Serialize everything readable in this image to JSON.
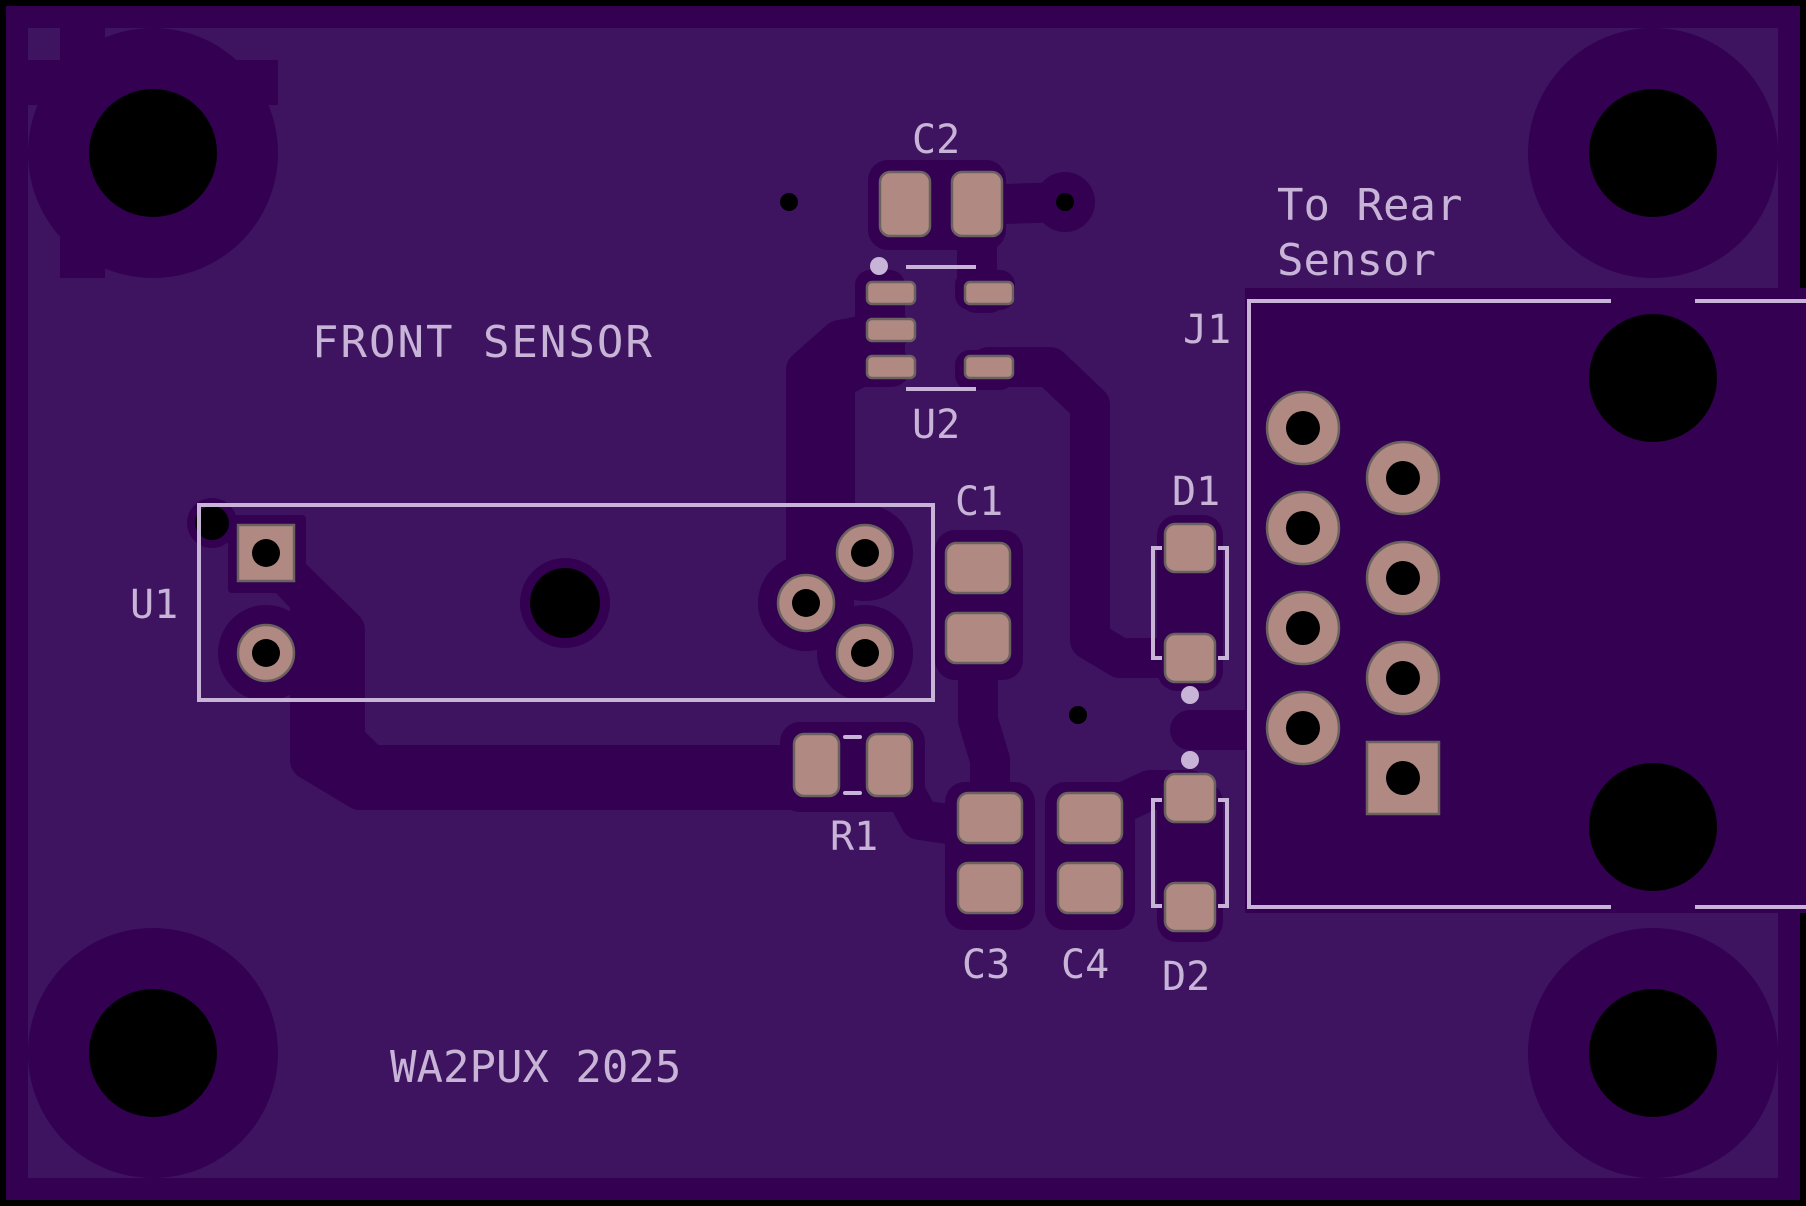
{
  "board": {
    "title": "PCB layout - front sensor board",
    "colors": {
      "outline": "#000000",
      "edge_clearance": "#330052",
      "copper_fill": "#3e1461",
      "silkscreen": "#c7b4d6",
      "pad": "#b08a82",
      "drill": "#000000"
    }
  },
  "labels": {
    "front_sensor": "FRONT SENSOR",
    "to_rear_line1": "To Rear",
    "to_rear_line2": "Sensor",
    "credit": "WA2PUX 2025"
  },
  "components": {
    "U1": {
      "ref": "U1",
      "type": "through-hole sensor, 5 pins + mounting hole"
    },
    "U2": {
      "ref": "U2",
      "type": "SOT-23-5"
    },
    "C1": {
      "ref": "C1",
      "type": "SMD capacitor"
    },
    "C2": {
      "ref": "C2",
      "type": "SMD capacitor"
    },
    "C3": {
      "ref": "C3",
      "type": "SMD capacitor"
    },
    "C4": {
      "ref": "C4",
      "type": "SMD capacitor"
    },
    "R1": {
      "ref": "R1",
      "type": "SMD resistor"
    },
    "D1": {
      "ref": "D1",
      "type": "SMD diode"
    },
    "D2": {
      "ref": "D2",
      "type": "SMD diode"
    },
    "J1": {
      "ref": "J1",
      "type": "8-pin connector (RJ45 style)"
    }
  },
  "mounting_holes": [
    "top-left",
    "top-right",
    "bottom-left",
    "bottom-right"
  ]
}
